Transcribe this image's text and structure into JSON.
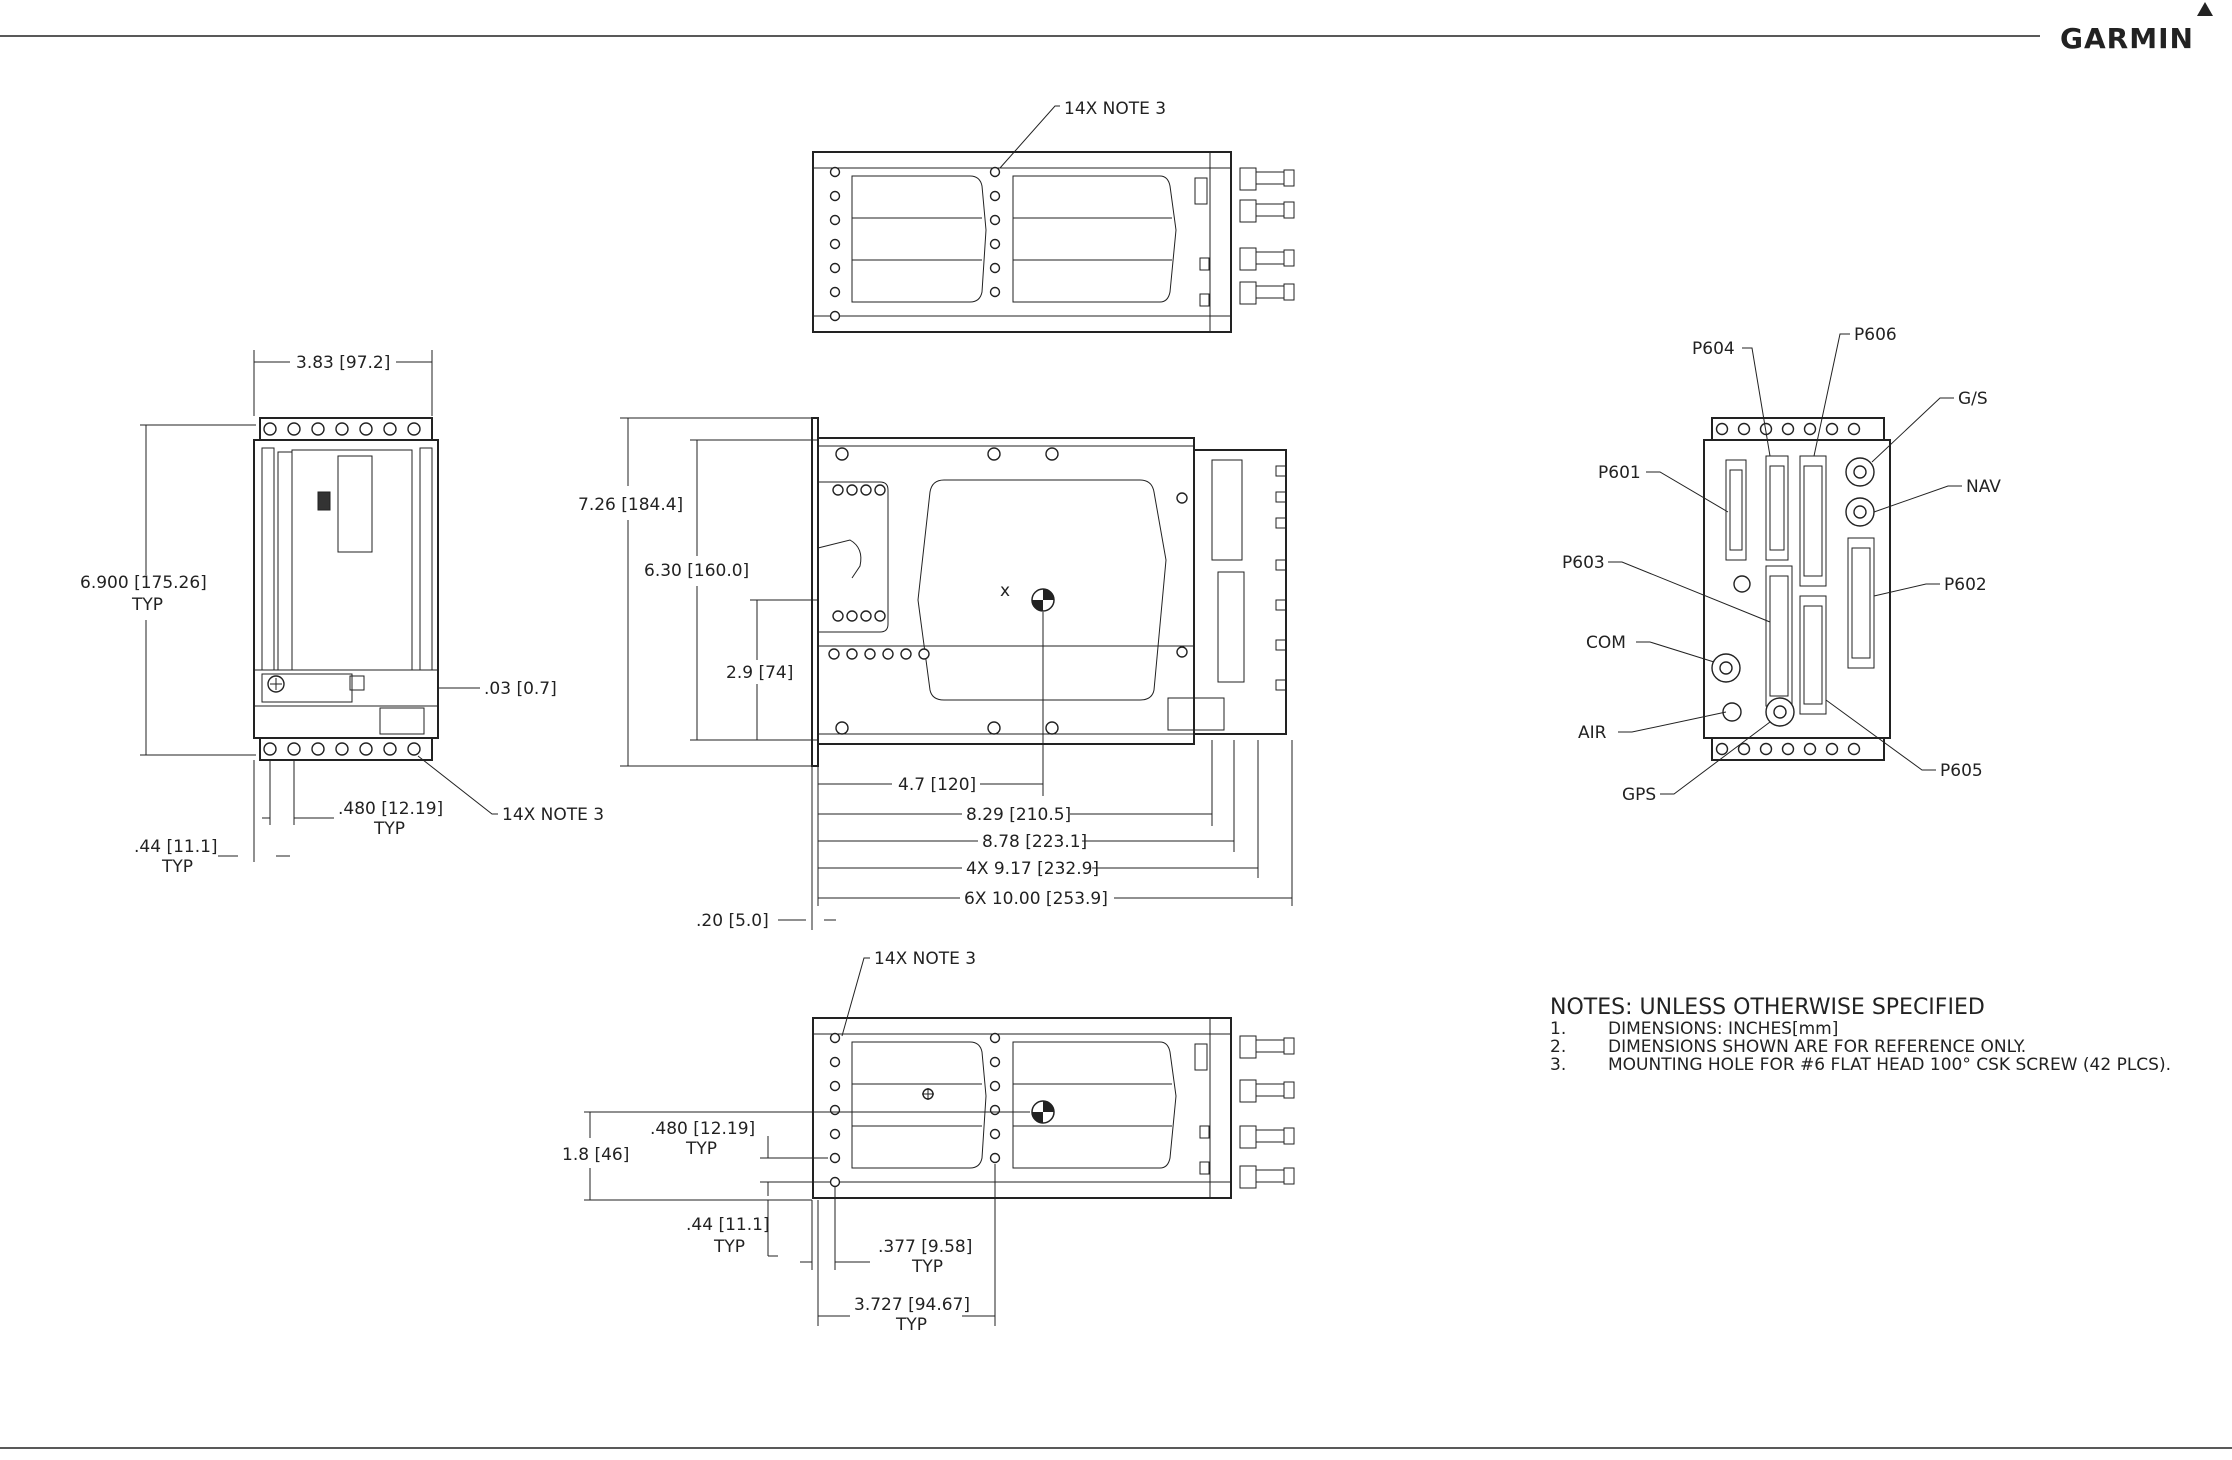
{
  "header": {
    "brand": "GARMIN"
  },
  "top_view": {
    "callout": "14X NOTE 3"
  },
  "bottom_view": {
    "callout": "14X NOTE 3",
    "dims": {
      "hole_spacing": ".480 [12.19]",
      "hole_spacing_typ": "TYP",
      "height": "1.8 [46]",
      "edge_offset": ".44 [11.1]",
      "edge_offset_typ": "TYP",
      "hole_offset": ".377 [9.58]",
      "hole_offset_typ": "TYP",
      "hole_row": "3.727 [94.67]",
      "hole_row_typ": "TYP"
    }
  },
  "front_view": {
    "callout": "14X NOTE 3",
    "dims": {
      "width": "3.83 [97.2]",
      "height": "6.900 [175.26]",
      "height_typ": "TYP",
      "lip": ".03 [0.7]",
      "hole_spacing": ".480 [12.19]",
      "hole_spacing_typ": "TYP",
      "edge_offset": ".44 [11.1]",
      "edge_offset_typ": "TYP"
    }
  },
  "side_view": {
    "dims": {
      "overall_height": "7.26 [184.4]",
      "body_height": "6.30 [160.0]",
      "cg_height": "2.9 [74]",
      "cg_x": "4.7 [120]",
      "d1": "8.29 [210.5]",
      "d2": "8.78 [223.1]",
      "d3": "4X 9.17 [232.9]",
      "d4": "6X 10.00 [253.9]",
      "flange": ".20 [5.0]"
    }
  },
  "rear_view": {
    "labels": {
      "p604": "P604",
      "p606": "P606",
      "gs": "G/S",
      "p601": "P601",
      "nav": "NAV",
      "p603": "P603",
      "p602": "P602",
      "com": "COM",
      "air": "AIR",
      "gps": "GPS",
      "p605": "P605"
    }
  },
  "notes": {
    "title": "NOTES:  UNLESS OTHERWISE SPECIFIED",
    "items": [
      {
        "num": "1.",
        "text": "DIMENSIONS:  INCHES[mm]"
      },
      {
        "num": "2.",
        "text": "DIMENSIONS SHOWN ARE FOR REFERENCE ONLY."
      },
      {
        "num": "3.",
        "text": "MOUNTING HOLE FOR #6 FLAT HEAD 100° CSK SCREW (42 PLCS)."
      }
    ]
  }
}
